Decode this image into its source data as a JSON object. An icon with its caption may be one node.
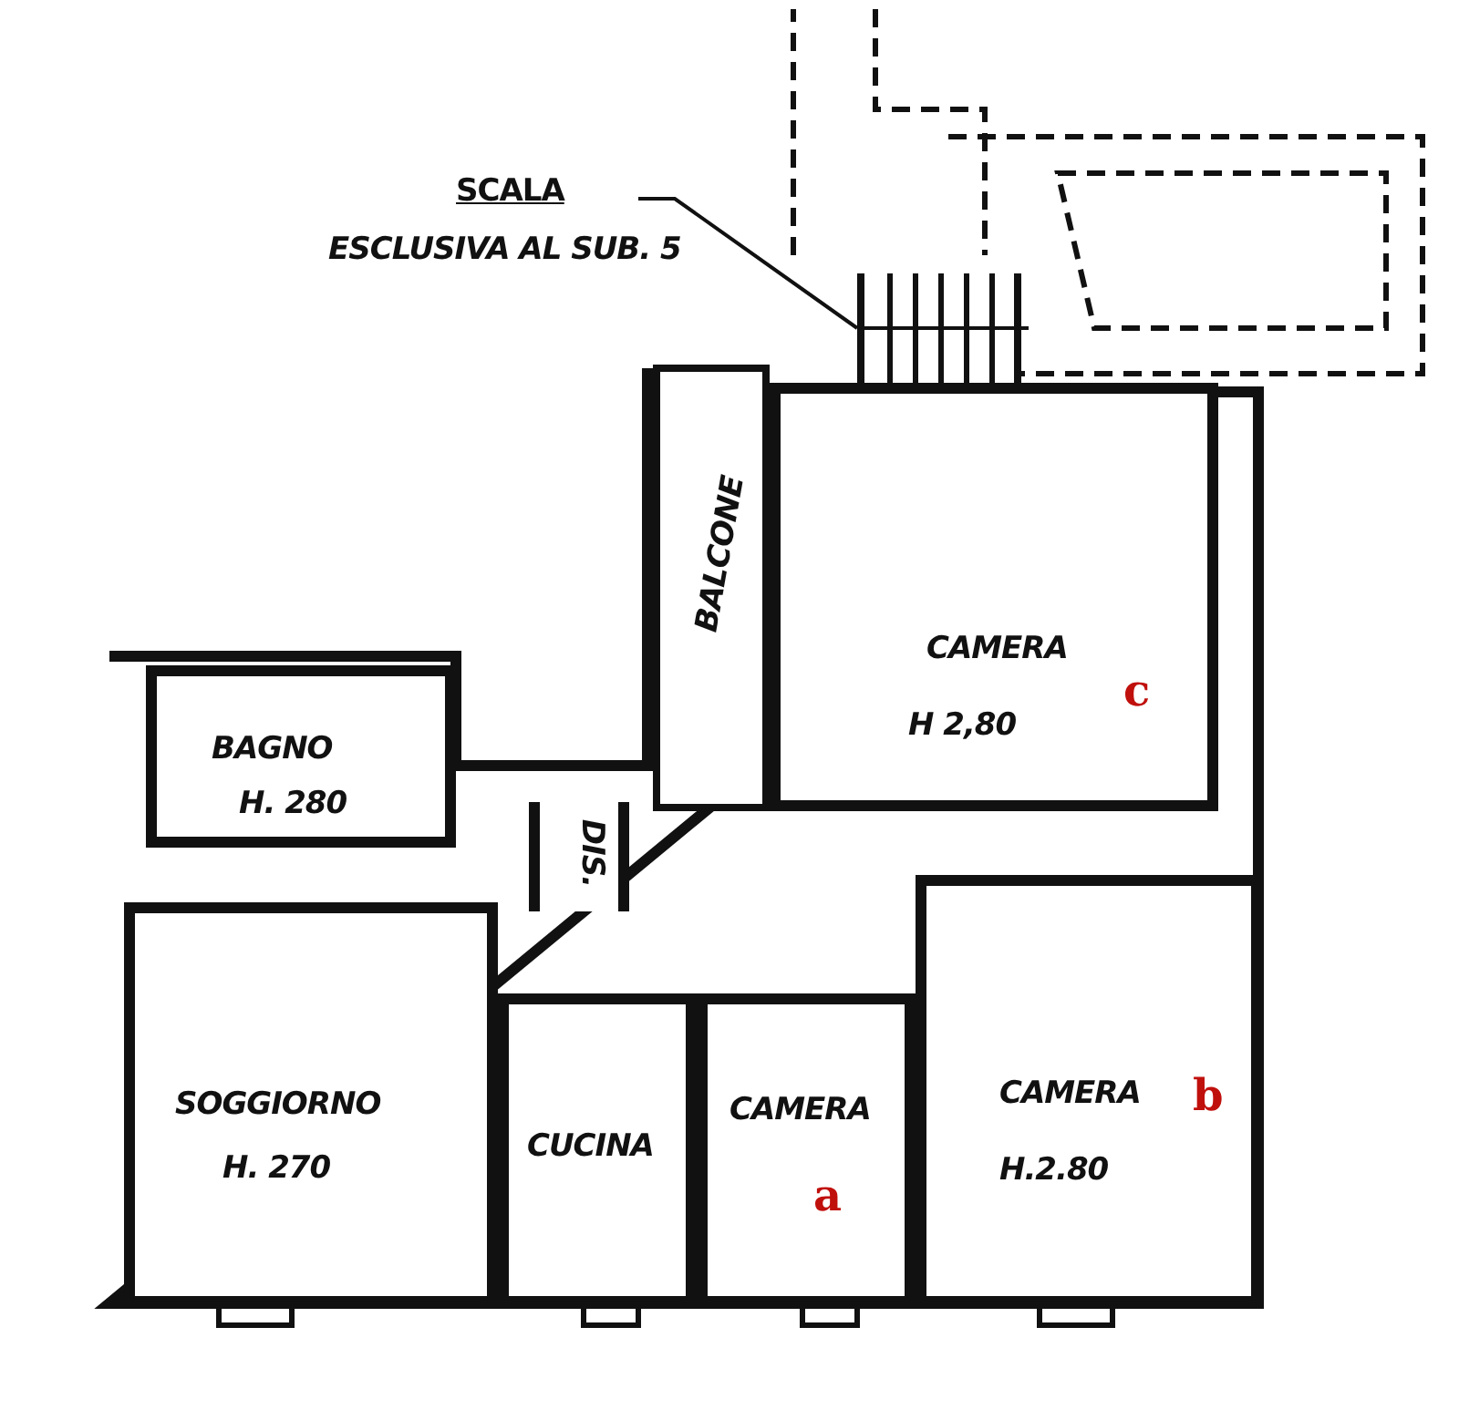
{
  "diagram": {
    "nodes": [
      {
        "text": [
          "SCALA",
          "ESCLUSIVA AL SUB. 5"
        ]
      },
      {
        "text": [],
        "shape": "box"
      },
      {
        "text": [
          "CAMERA",
          "c",
          "H 2,80"
        ]
      },
      {
        "text": [
          "BALCONE"
        ]
      },
      {
        "text": [
          "BAGNO",
          "H. 280"
        ]
      },
      {
        "text": [
          "DIS."
        ]
      },
      {
        "text": [
          "SOGGIORNO",
          "H. 270"
        ]
      },
      {
        "text": [
          "CUCINA"
        ]
      },
      {
        "text": [
          "CAMERA",
          "a"
        ]
      },
      {
        "text": [
          "CAMERA",
          "b",
          "H.2.80"
        ]
      }
    ],
    "edges": [
      {
        "from": 0,
        "to": 1,
        "arrow": "none"
      }
    ]
  }
}
